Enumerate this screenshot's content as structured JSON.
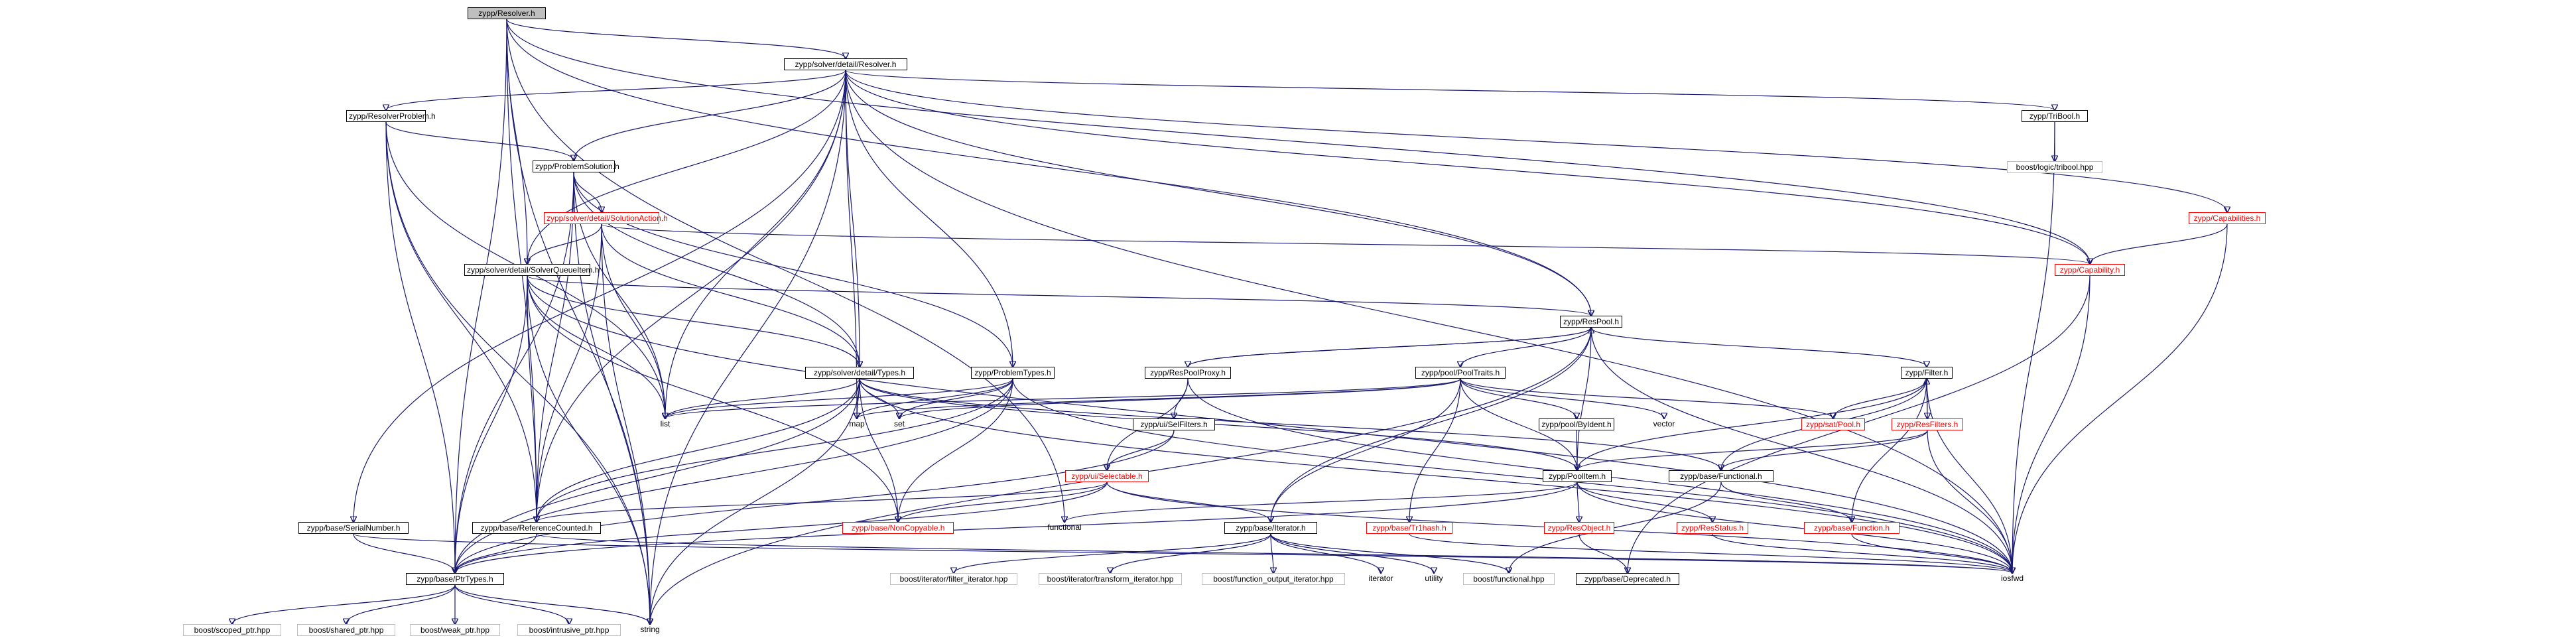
{
  "nodes": {
    "root": "zypp/Resolver.h",
    "detail_resolver": "zypp/solver/detail/Resolver.h",
    "resolver_problem": "zypp/ResolverProblem.h",
    "problem_solution": "zypp/ProblemSolution.h",
    "solution_action": "zypp/solver/detail/SolutionAction.h",
    "solver_queue_item": "zypp/solver/detail/SolverQueueItem.h",
    "detail_types": "zypp/solver/detail/Types.h",
    "problem_types": "zypp/ProblemTypes.h",
    "res_pool_proxy": "zypp/ResPoolProxy.h",
    "pool_traits": "zypp/pool/PoolTraits.h",
    "res_pool": "zypp/ResPool.h",
    "filter": "zypp/Filter.h",
    "tribool": "zypp/TriBool.h",
    "capabilities": "zypp/Capabilities.h",
    "capability": "zypp/Capability.h",
    "sel_filters": "zypp/ui/SelFilters.h",
    "selectable": "zypp/ui/Selectable.h",
    "by_ident": "zypp/pool/ByIdent.h",
    "sat_pool": "zypp/sat/Pool.h",
    "res_filters": "zypp/ResFilters.h",
    "pool_item": "zypp/PoolItem.h",
    "functional_h": "zypp/base/Functional.h",
    "serial_number": "zypp/base/SerialNumber.h",
    "reference_counted": "zypp/base/ReferenceCounted.h",
    "non_copyable": "zypp/base/NonCopyable.h",
    "iterator_h": "zypp/base/Iterator.h",
    "tr_hash": "zypp/base/Tr1hash.h",
    "res_object": "zypp/ResObject.h",
    "res_status": "zypp/ResStatus.h",
    "function_h": "zypp/base/Function.h",
    "ptr_types": "zypp/base/PtrTypes.h",
    "deprecated": "zypp/base/Deprecated.h",
    "tribool_hpp": "boost/logic/tribool.hpp",
    "list": "list",
    "map": "map",
    "set": "set",
    "vector": "vector",
    "functional": "functional",
    "iosfwd": "iosfwd",
    "string": "string",
    "iterator": "iterator",
    "utility": "utility",
    "boost_functional": "boost/functional.hpp",
    "filter_iterator": "boost/iterator/filter_iterator.hpp",
    "transform_iterator": "boost/iterator/transform_iterator.hpp",
    "function_output_iterator": "boost/function_output_iterator.hpp",
    "scoped_ptr": "boost/scoped_ptr.hpp",
    "shared_ptr": "boost/shared_ptr.hpp",
    "weak_ptr": "boost/weak_ptr.hpp",
    "intrusive_ptr": "boost/intrusive_ptr.hpp"
  },
  "colors": {
    "edge": "#191970",
    "red_border": "#ff0000",
    "gray_border": "#bfbfbf",
    "root_fill": "#bfbfbf"
  }
}
